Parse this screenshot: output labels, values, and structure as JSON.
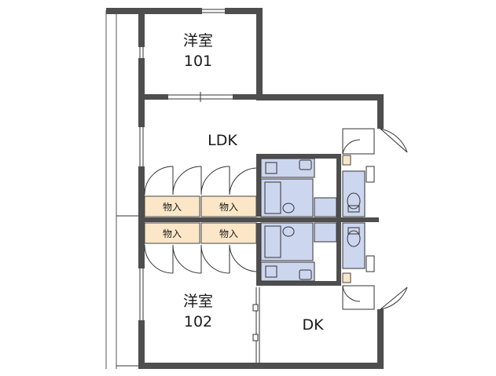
{
  "floorplan": {
    "rooms": {
      "room_101": {
        "name": "洋室",
        "number": "101"
      },
      "room_102": {
        "name": "洋室",
        "number": "102"
      },
      "ldk": {
        "name": "LDK"
      },
      "dk": {
        "name": "DK"
      }
    },
    "closets": [
      "物入",
      "物入",
      "物入",
      "物入"
    ],
    "colors": {
      "wall": "#4e4e4e",
      "closet_fill": "#fbe7c7",
      "wet_area_fill": "#ccd6ef",
      "background": "#ffffff"
    }
  }
}
